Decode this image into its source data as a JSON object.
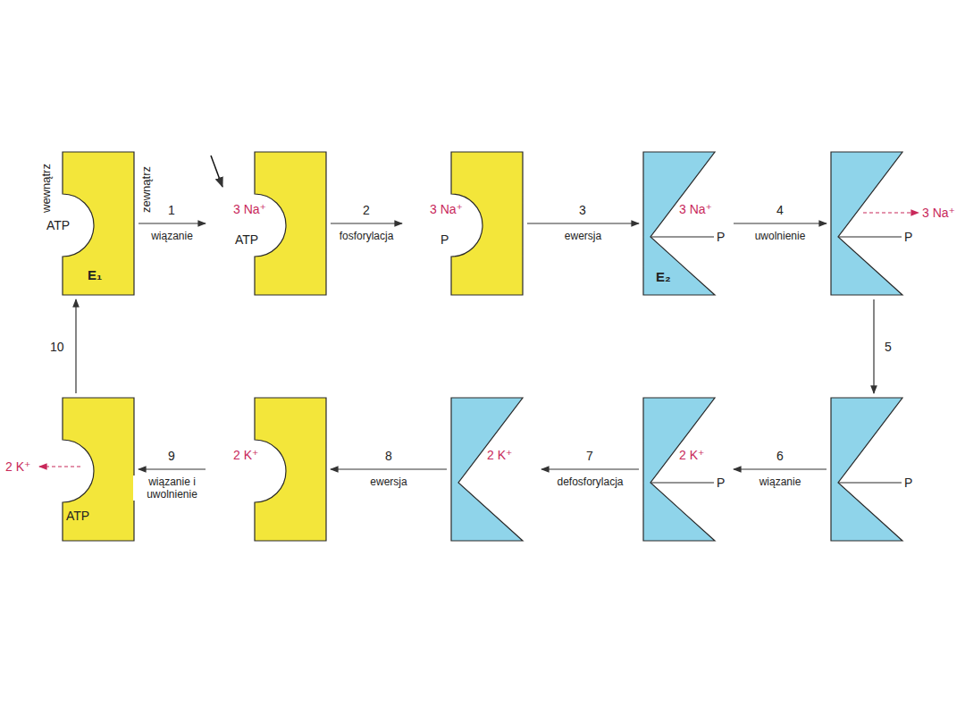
{
  "diagram": {
    "nodes": [
      {
        "text": [
          "ATP",
          "E₁"
        ]
      },
      {
        "text": [
          "3 Na⁺",
          "ATP"
        ]
      },
      {
        "text": [
          "3 Na⁺",
          "P"
        ]
      },
      {
        "text": [
          "3 Na⁺",
          "P",
          "E₂"
        ]
      },
      {
        "text": [
          "P"
        ]
      },
      {
        "text": [
          "P"
        ]
      },
      {
        "text": [
          "2 K⁺",
          "P"
        ]
      },
      {
        "text": [
          "2 K⁺"
        ]
      },
      {
        "text": [
          "2 K⁺"
        ]
      },
      {
        "text": [
          "ATP"
        ]
      }
    ],
    "edges": [
      {
        "from": 0,
        "to": 1,
        "arrow": "to",
        "label": "wiązanie"
      },
      {
        "from": 1,
        "to": 2,
        "arrow": "to",
        "label": "fosforylacja"
      },
      {
        "from": 2,
        "to": 3,
        "arrow": "to",
        "label": "ewersja"
      },
      {
        "from": 3,
        "to": 4,
        "arrow": "to",
        "label": "uwolnienie"
      },
      {
        "from": 4,
        "to": 5,
        "arrow": "to"
      },
      {
        "from": 5,
        "to": 6,
        "arrow": "to",
        "label": "wiązanie"
      },
      {
        "from": 6,
        "to": 7,
        "arrow": "to",
        "label": "defosforylacja"
      },
      {
        "from": 7,
        "to": 8,
        "arrow": "to",
        "label": "ewersja"
      },
      {
        "from": 8,
        "to": 9,
        "arrow": "to",
        "label": "wiązanie i uwolnienie"
      },
      {
        "from": 9,
        "to": 0,
        "arrow": "to"
      }
    ],
    "labels": [
      "wewnątrz",
      "zewnątrz",
      "1",
      "2",
      "3",
      "4",
      "5",
      "6",
      "7",
      "8",
      "9",
      "10",
      "3 Na⁺",
      "2 K⁺"
    ]
  }
}
